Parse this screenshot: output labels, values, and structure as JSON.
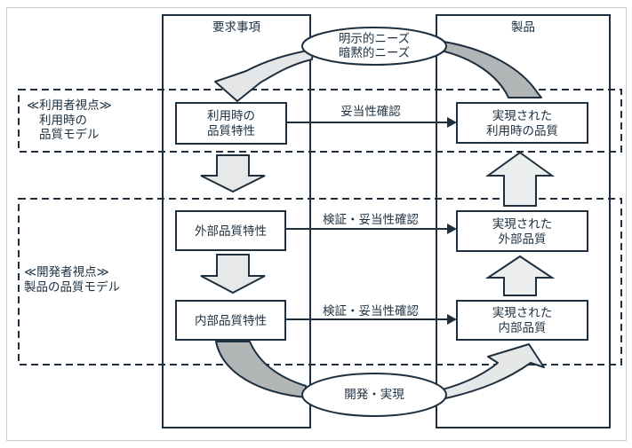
{
  "colors": {
    "ink": "#1e3040",
    "band_gray": "#b2b5b6",
    "arrow_fill": "#e7e9e9",
    "frame_gray": "#c9cdce",
    "background": "#ffffff"
  },
  "columns": {
    "left_header": "要求事項",
    "right_header": "製品"
  },
  "needs_ellipse": {
    "line1": "明示的ニーズ",
    "line2": "暗黙的ニーズ"
  },
  "dev_ellipse": {
    "label": "開発・実現"
  },
  "user_perspective": {
    "line1": "≪利用者視点≫",
    "line2": "利用時の",
    "line3": "品質モデル"
  },
  "developer_perspective": {
    "line1": "≪開発者視点≫",
    "line2": "製品の品質モデル"
  },
  "left_boxes": {
    "quality_in_use": {
      "line1": "利用時の",
      "line2": "品質特性"
    },
    "external": {
      "label": "外部品質特性"
    },
    "internal": {
      "label": "内部品質特性"
    }
  },
  "right_boxes": {
    "quality_in_use": {
      "line1": "実現された",
      "line2": "利用時の品質"
    },
    "external": {
      "line1": "実現された",
      "line2": "外部品質"
    },
    "internal": {
      "line1": "実現された",
      "line2": "内部品質"
    }
  },
  "connector_labels": {
    "validation": "妥当性確認",
    "verification_validation_external": "検証・妥当性確認",
    "verification_validation_internal": "検証・妥当性確認"
  }
}
